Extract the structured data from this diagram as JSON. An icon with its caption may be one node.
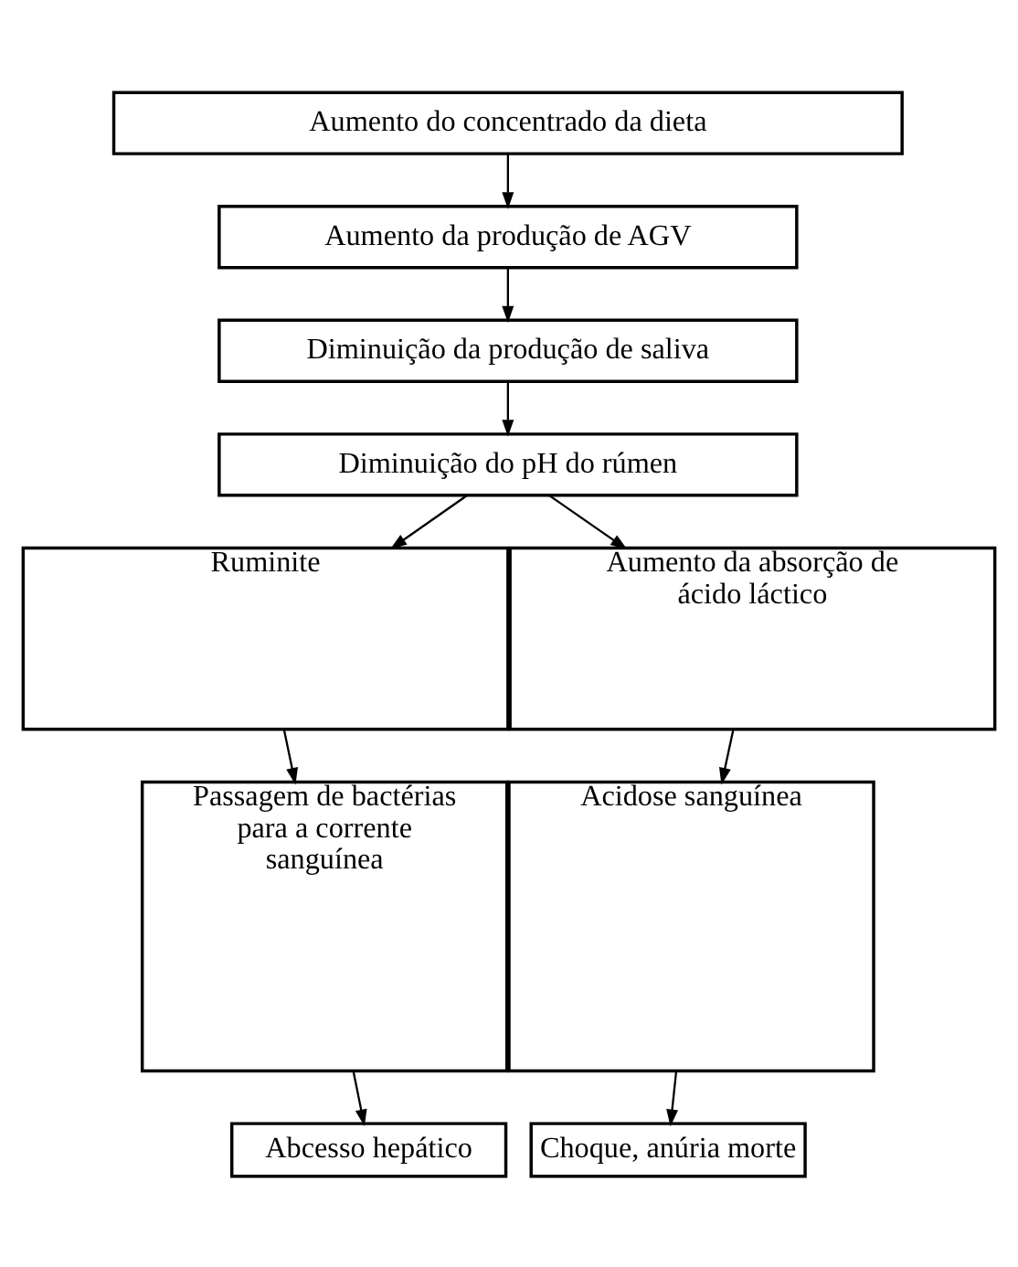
{
  "diagram": {
    "nodes": [
      {
        "text": [
          "Aumento do concentrado da dieta"
        ]
      },
      {
        "text": [
          "Aumento da produção de AGV"
        ]
      },
      {
        "text": [
          "Diminuição da produção de saliva"
        ]
      },
      {
        "text": [
          "Diminuição do pH do rúmen"
        ]
      },
      {
        "text": [
          "Ruminite"
        ]
      },
      {
        "text": [
          "Aumento da absorção de ácido láctico"
        ]
      },
      {
        "text": [
          "Passagem de bactérias para a corrente sanguínea"
        ]
      },
      {
        "text": [
          "Acidose sanguínea"
        ]
      },
      {
        "text": [
          "Abcesso hepático"
        ]
      },
      {
        "text": [
          "Choque, anúria morte"
        ]
      }
    ],
    "edges": [
      {
        "from": 0,
        "to": 1,
        "arrow": "to"
      },
      {
        "from": 1,
        "to": 2,
        "arrow": "to"
      },
      {
        "from": 2,
        "to": 3,
        "arrow": "to"
      },
      {
        "from": 3,
        "to": 4,
        "arrow": "to"
      },
      {
        "from": 3,
        "to": 5,
        "arrow": "to"
      },
      {
        "from": 4,
        "to": 6,
        "arrow": "to"
      },
      {
        "from": 5,
        "to": 7,
        "arrow": "to"
      },
      {
        "from": 6,
        "to": 8,
        "arrow": "to"
      },
      {
        "from": 7,
        "to": 9,
        "arrow": "to"
      }
    ]
  }
}
